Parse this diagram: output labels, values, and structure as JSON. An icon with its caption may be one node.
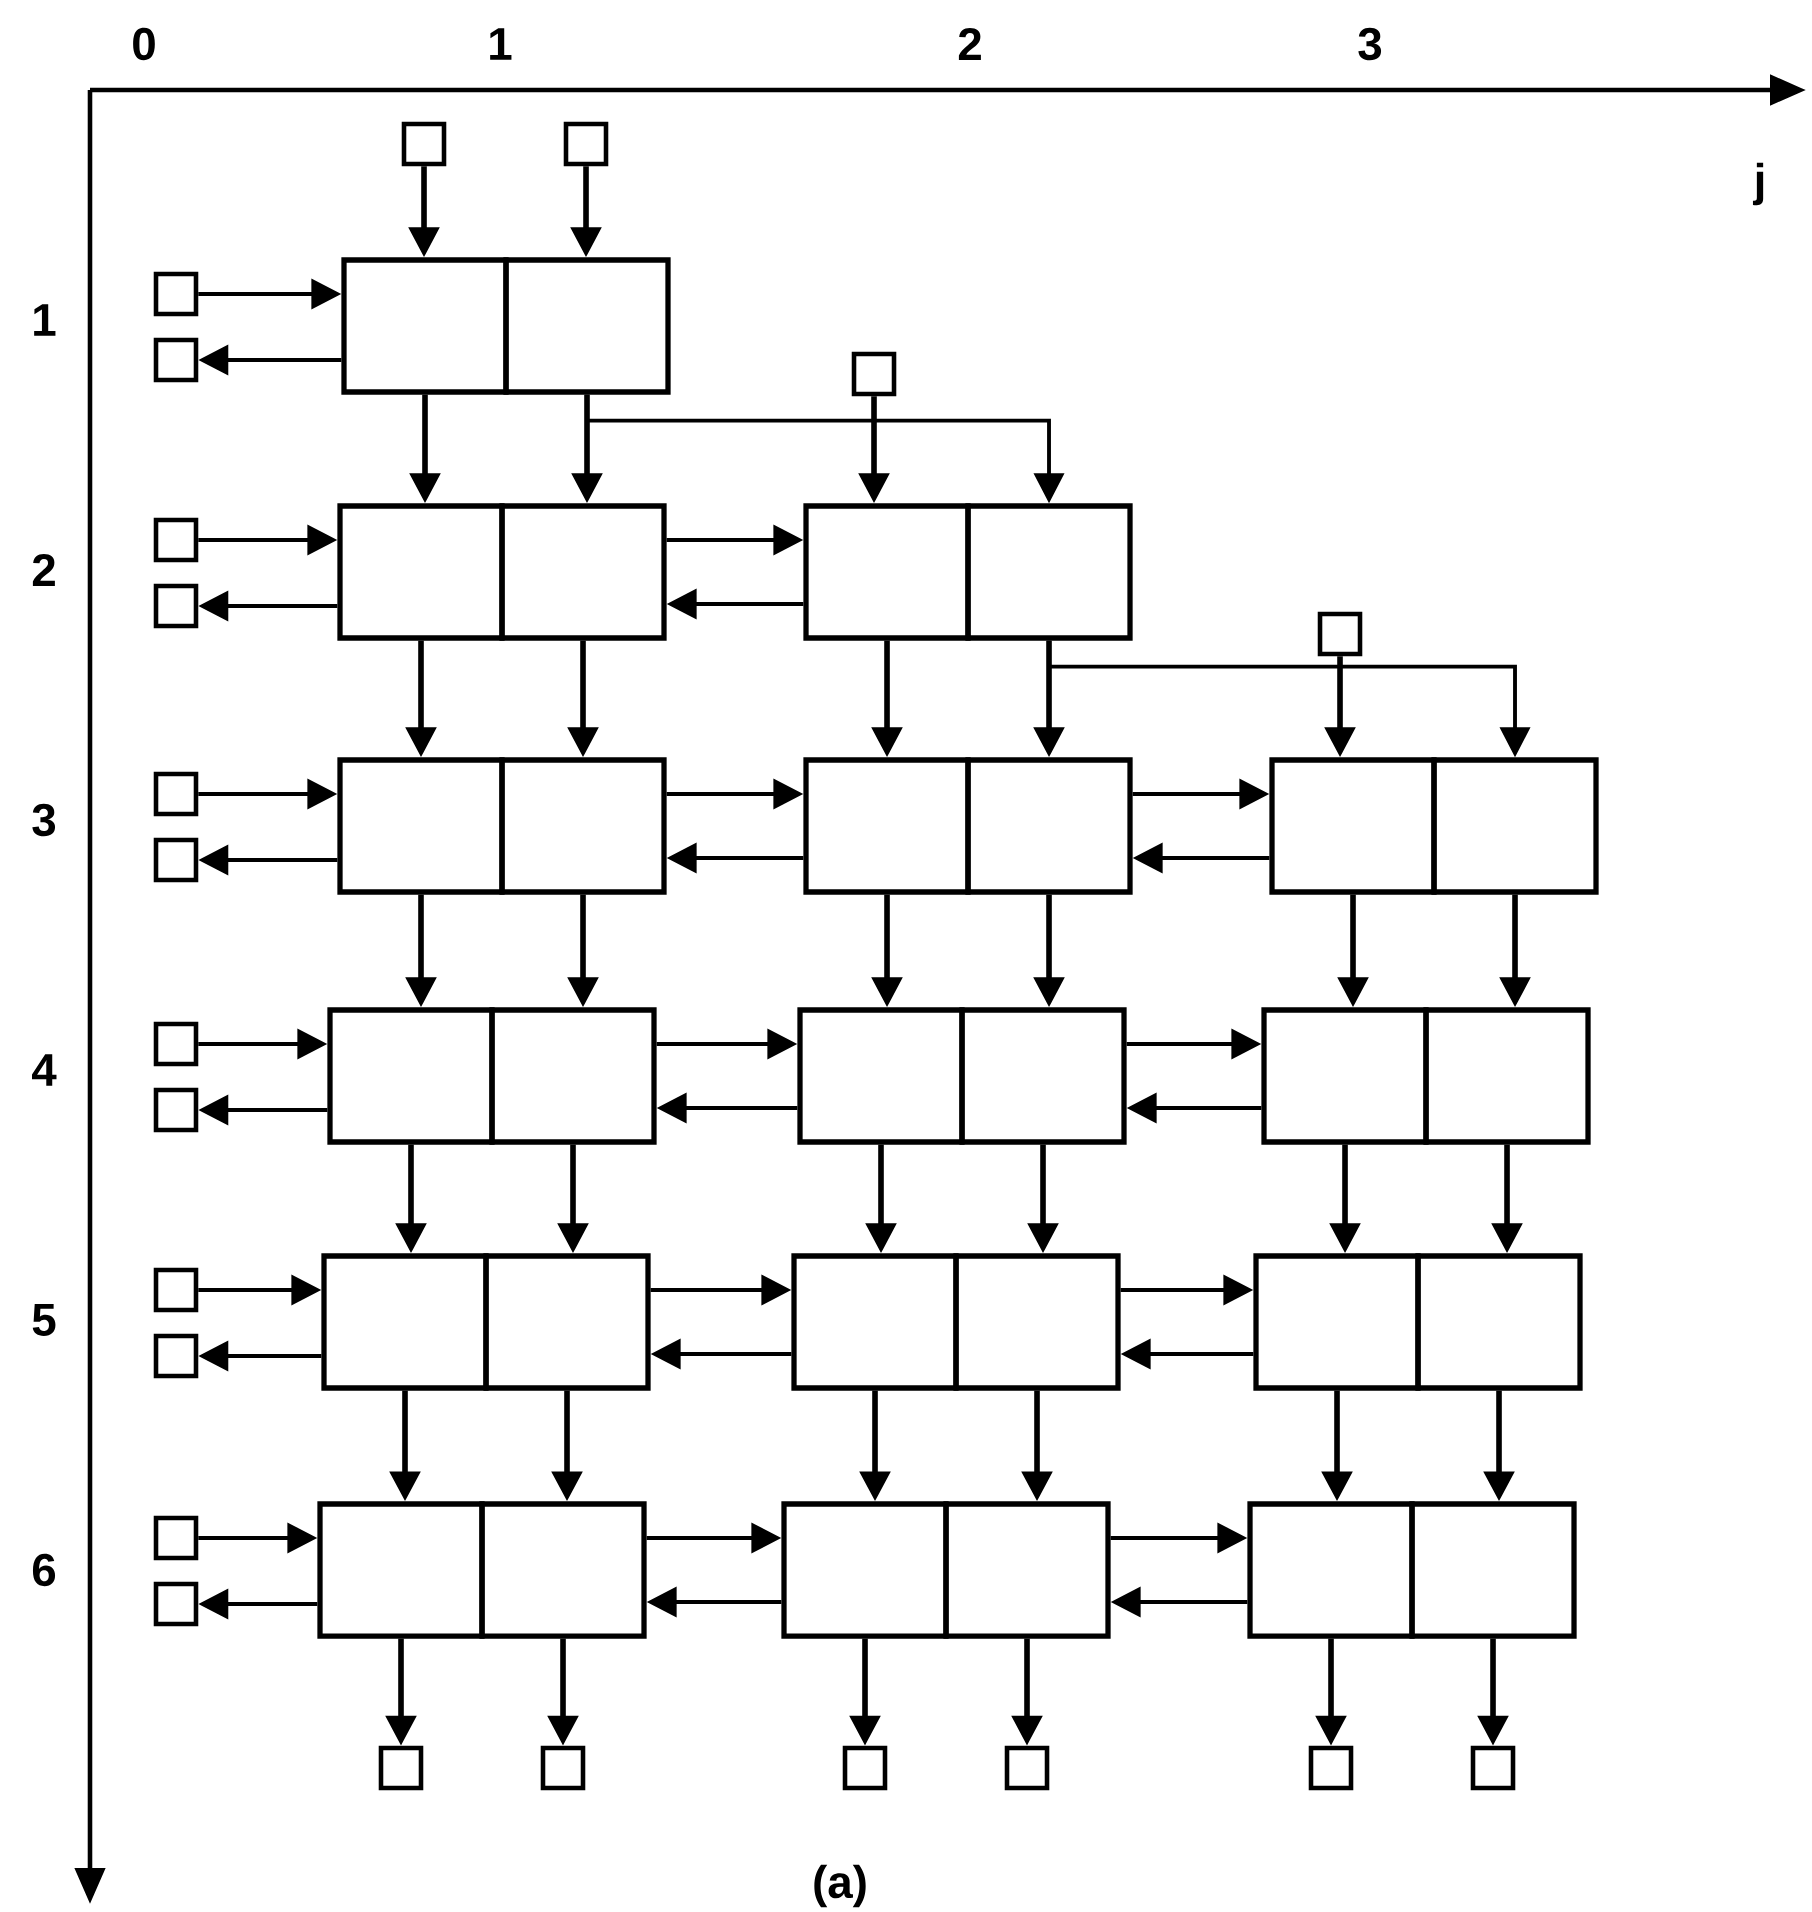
{
  "diagram": {
    "caption": "(a)",
    "nodes": [
      {
        "text": [],
        "shape": "box"
      },
      {
        "text": [],
        "shape": "box"
      },
      {
        "text": [],
        "shape": "box"
      },
      {
        "text": [],
        "shape": "box"
      },
      {
        "text": [],
        "shape": "box"
      },
      {
        "text": [],
        "shape": "box"
      },
      {
        "text": [],
        "shape": "box"
      },
      {
        "text": [],
        "shape": "box"
      },
      {
        "text": [],
        "shape": "box"
      },
      {
        "text": [],
        "shape": "box"
      },
      {
        "text": [],
        "shape": "box"
      },
      {
        "text": [],
        "shape": "box"
      },
      {
        "text": [],
        "shape": "box"
      },
      {
        "text": [],
        "shape": "box"
      },
      {
        "text": [],
        "shape": "box"
      },
      {
        "text": [],
        "shape": "box"
      },
      {
        "text": [],
        "shape": "box"
      },
      {
        "text": [],
        "shape": "box"
      },
      {
        "text": [],
        "shape": "box"
      },
      {
        "text": [],
        "shape": "box"
      },
      {
        "text": [],
        "shape": "box"
      },
      {
        "text": [],
        "shape": "box"
      },
      {
        "text": [],
        "shape": "box"
      },
      {
        "text": [],
        "shape": "box"
      },
      {
        "text": [],
        "shape": "box"
      },
      {
        "text": [],
        "shape": "box"
      },
      {
        "text": [],
        "shape": "box"
      },
      {
        "text": [],
        "shape": "box"
      },
      {
        "text": [],
        "shape": "box"
      },
      {
        "text": [],
        "shape": "box"
      },
      {
        "text": [],
        "shape": "box"
      },
      {
        "text": [],
        "shape": "box"
      },
      {
        "text": [],
        "shape": "box"
      },
      {
        "text": [],
        "shape": "box"
      },
      {
        "text": [],
        "shape": "box"
      },
      {
        "text": [],
        "shape": "box"
      },
      {
        "text": [],
        "shape": "box"
      },
      {
        "text": [],
        "shape": "box"
      },
      {
        "text": [],
        "shape": "box"
      },
      {
        "text": [],
        "shape": "box"
      },
      {
        "text": [],
        "shape": "box"
      },
      {
        "text": [],
        "shape": "box"
      },
      {
        "text": [],
        "shape": "box"
      },
      {
        "text": [],
        "shape": "box"
      },
      {
        "text": [],
        "shape": "box"
      },
      {
        "text": [],
        "shape": "box"
      },
      {
        "text": [],
        "shape": "box"
      },
      {
        "text": [],
        "shape": "box"
      },
      {
        "text": [],
        "shape": "box"
      },
      {
        "text": [],
        "shape": "box"
      },
      {
        "text": [],
        "shape": "box"
      },
      {
        "text": [],
        "shape": "box"
      }
    ],
    "edges": [
      {
        "from": 0,
        "to": 4,
        "arrow": "to"
      },
      {
        "from": 1,
        "to": 5,
        "arrow": "to"
      },
      {
        "from": 2,
        "to": 4,
        "arrow": "to"
      },
      {
        "from": 4,
        "to": 3,
        "arrow": "to"
      },
      {
        "from": 4,
        "to": 9,
        "arrow": "to"
      },
      {
        "from": 5,
        "to": 10,
        "arrow": "to"
      },
      {
        "from": 5,
        "to": 12,
        "arrow": "to"
      },
      {
        "from": 6,
        "to": 11,
        "arrow": "to"
      },
      {
        "from": 7,
        "to": 9,
        "arrow": "to"
      },
      {
        "from": 9,
        "to": 8,
        "arrow": "to"
      },
      {
        "from": 10,
        "to": 11,
        "arrow": "to"
      },
      {
        "from": 11,
        "to": 10,
        "arrow": "to"
      },
      {
        "from": 9,
        "to": 16,
        "arrow": "to"
      },
      {
        "from": 10,
        "to": 17,
        "arrow": "to"
      },
      {
        "from": 11,
        "to": 18,
        "arrow": "to"
      },
      {
        "from": 12,
        "to": 19,
        "arrow": "to"
      },
      {
        "from": 12,
        "to": 21,
        "arrow": "to"
      },
      {
        "from": 13,
        "to": 20,
        "arrow": "to"
      },
      {
        "from": 14,
        "to": 16,
        "arrow": "to"
      },
      {
        "from": 16,
        "to": 15,
        "arrow": "to"
      },
      {
        "from": 17,
        "to": 18,
        "arrow": "to"
      },
      {
        "from": 18,
        "to": 17,
        "arrow": "to"
      },
      {
        "from": 19,
        "to": 20,
        "arrow": "to"
      },
      {
        "from": 20,
        "to": 19,
        "arrow": "to"
      },
      {
        "from": 16,
        "to": 24,
        "arrow": "to"
      },
      {
        "from": 17,
        "to": 25,
        "arrow": "to"
      },
      {
        "from": 18,
        "to": 26,
        "arrow": "to"
      },
      {
        "from": 19,
        "to": 27,
        "arrow": "to"
      },
      {
        "from": 20,
        "to": 28,
        "arrow": "to"
      },
      {
        "from": 21,
        "to": 29,
        "arrow": "to"
      },
      {
        "from": 22,
        "to": 24,
        "arrow": "to"
      },
      {
        "from": 24,
        "to": 23,
        "arrow": "to"
      },
      {
        "from": 25,
        "to": 26,
        "arrow": "to"
      },
      {
        "from": 26,
        "to": 25,
        "arrow": "to"
      },
      {
        "from": 27,
        "to": 28,
        "arrow": "to"
      },
      {
        "from": 28,
        "to": 27,
        "arrow": "to"
      },
      {
        "from": 24,
        "to": 32,
        "arrow": "to"
      },
      {
        "from": 25,
        "to": 33,
        "arrow": "to"
      },
      {
        "from": 26,
        "to": 34,
        "arrow": "to"
      },
      {
        "from": 27,
        "to": 35,
        "arrow": "to"
      },
      {
        "from": 28,
        "to": 36,
        "arrow": "to"
      },
      {
        "from": 29,
        "to": 37,
        "arrow": "to"
      },
      {
        "from": 30,
        "to": 32,
        "arrow": "to"
      },
      {
        "from": 32,
        "to": 31,
        "arrow": "to"
      },
      {
        "from": 33,
        "to": 34,
        "arrow": "to"
      },
      {
        "from": 34,
        "to": 33,
        "arrow": "to"
      },
      {
        "from": 35,
        "to": 36,
        "arrow": "to"
      },
      {
        "from": 36,
        "to": 35,
        "arrow": "to"
      },
      {
        "from": 32,
        "to": 40,
        "arrow": "to"
      },
      {
        "from": 33,
        "to": 41,
        "arrow": "to"
      },
      {
        "from": 34,
        "to": 42,
        "arrow": "to"
      },
      {
        "from": 35,
        "to": 43,
        "arrow": "to"
      },
      {
        "from": 36,
        "to": 44,
        "arrow": "to"
      },
      {
        "from": 37,
        "to": 45,
        "arrow": "to"
      },
      {
        "from": 38,
        "to": 40,
        "arrow": "to"
      },
      {
        "from": 40,
        "to": 39,
        "arrow": "to"
      },
      {
        "from": 41,
        "to": 42,
        "arrow": "to"
      },
      {
        "from": 42,
        "to": 41,
        "arrow": "to"
      },
      {
        "from": 43,
        "to": 44,
        "arrow": "to"
      },
      {
        "from": 44,
        "to": 43,
        "arrow": "to"
      },
      {
        "from": 40,
        "to": 46,
        "arrow": "to"
      },
      {
        "from": 41,
        "to": 47,
        "arrow": "to"
      },
      {
        "from": 42,
        "to": 48,
        "arrow": "to"
      },
      {
        "from": 43,
        "to": 49,
        "arrow": "to"
      },
      {
        "from": 44,
        "to": 50,
        "arrow": "to"
      },
      {
        "from": 45,
        "to": 51,
        "arrow": "to"
      }
    ],
    "labels": [
      "0",
      "1",
      "2",
      "3",
      "j",
      "1",
      "2",
      "3",
      "4",
      "5",
      "6"
    ]
  }
}
